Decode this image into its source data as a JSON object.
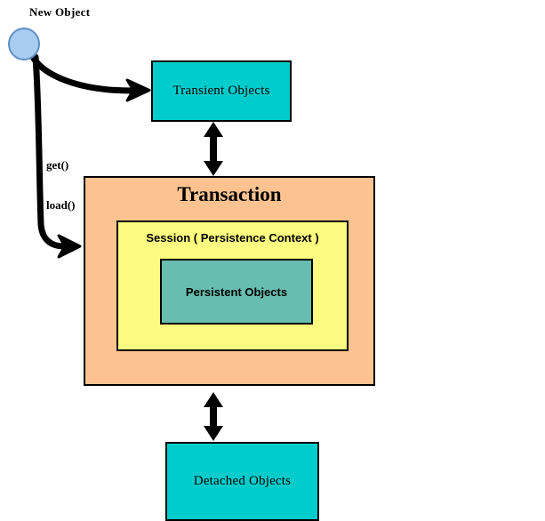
{
  "diagram": {
    "title_text_present": false,
    "background_color": "#ffffff",
    "nodes": {
      "new_object": {
        "label": "New Object",
        "shape": "circle",
        "fill_color": "#a8cdf0",
        "stroke_color": "#5f8fc4"
      },
      "transient": {
        "label": "Transient Objects",
        "fill_color": "#00cccc",
        "stroke_color": "#000000"
      },
      "transaction": {
        "label": "Transaction",
        "fill_color": "#fcc391",
        "stroke_color": "#000000"
      },
      "session": {
        "label": "Session ( Persistence Context )",
        "fill_color": "#fcfc80",
        "stroke_color": "#000000"
      },
      "persistent": {
        "label": "Persistent Objects",
        "fill_color": "#66bdb0",
        "stroke_color": "#000000"
      },
      "detached": {
        "label": "Detached Objects",
        "fill_color": "#00cccc",
        "stroke_color": "#000000"
      }
    },
    "edges": {
      "new_to_transient": {
        "label": "",
        "style": "curved-arrow",
        "arrow": "single",
        "color": "#000000"
      },
      "new_to_transaction": {
        "label": "get()\nload()",
        "style": "curved-arrow",
        "arrow": "single",
        "color": "#000000"
      },
      "transient_to_transaction": {
        "label": "",
        "style": "straight",
        "arrow": "double",
        "color": "#000000"
      },
      "transaction_to_detached": {
        "label": "",
        "style": "straight",
        "arrow": "double",
        "color": "#000000"
      }
    }
  }
}
